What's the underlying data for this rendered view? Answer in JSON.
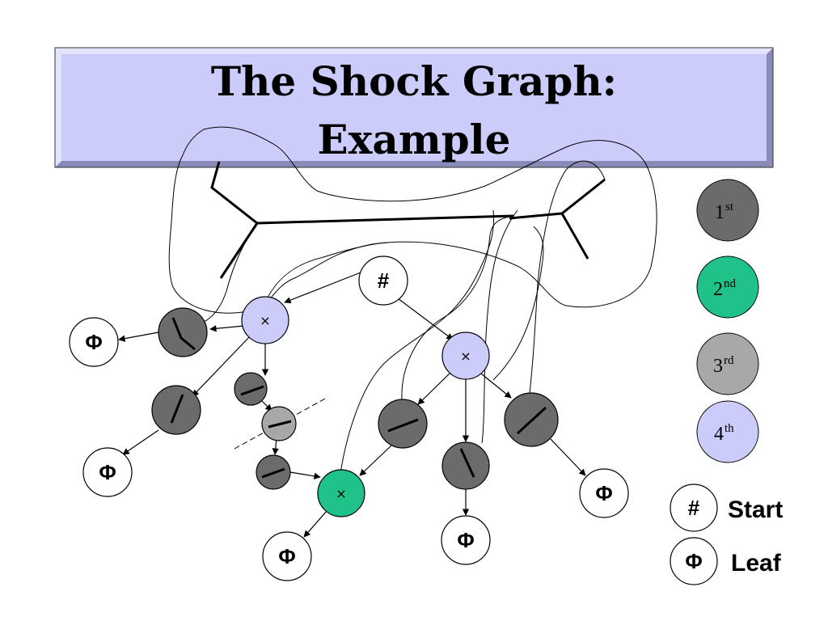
{
  "title": {
    "line1": "The Shock Graph:",
    "line2": "Example"
  },
  "symbols": {
    "start": "#",
    "leaf": "Φ",
    "node_mark": "×"
  },
  "legend": [
    {
      "num": "1",
      "sup": "st",
      "color": "#6b6b6b"
    },
    {
      "num": "2",
      "sup": "nd",
      "color": "#1fc38a"
    },
    {
      "num": "3",
      "sup": "rd",
      "color": "#a8a8a8"
    },
    {
      "num": "4",
      "sup": "th",
      "color": "#ccccfa"
    }
  ],
  "key": {
    "start_label": "Start",
    "leaf_label": "Leaf"
  },
  "colors": {
    "title_bg": "#ccccfa",
    "first_order": "#6b6b6b",
    "second_order": "#1fc38a",
    "third_order": "#a8a8a8",
    "fourth_order": "#ccccfa"
  }
}
